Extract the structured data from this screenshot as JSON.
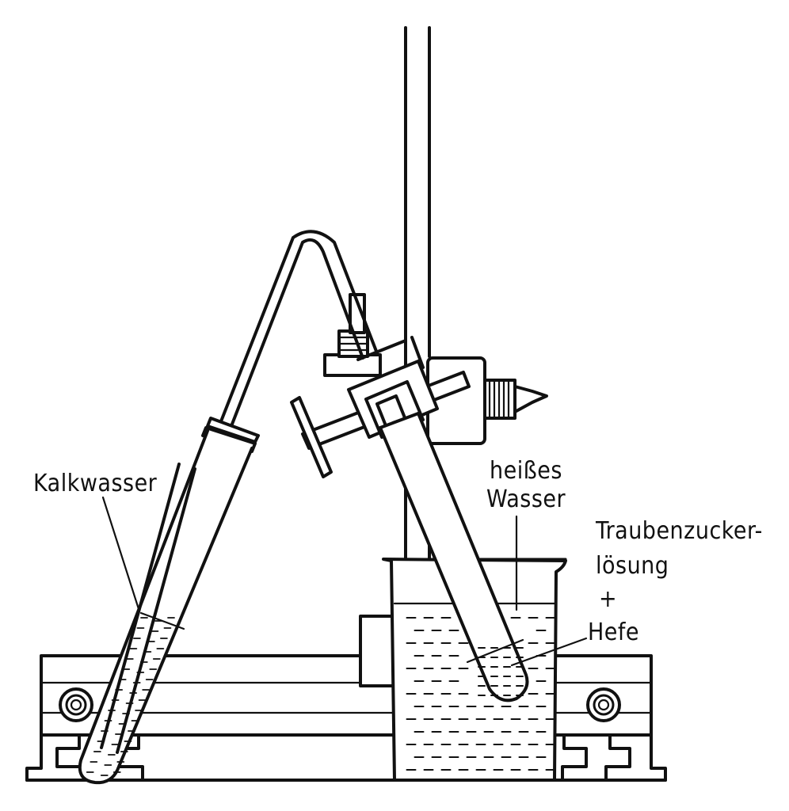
{
  "diagram": {
    "labels": {
      "kalkwasser": "Kalkwasser",
      "heisses_wasser_line1": "heißes",
      "heisses_wasser_line2": "Wasser",
      "traubenzucker_line1": "Traubenzucker-",
      "traubenzucker_line2": "lösung",
      "plus": "+",
      "hefe": "Hefe"
    }
  }
}
